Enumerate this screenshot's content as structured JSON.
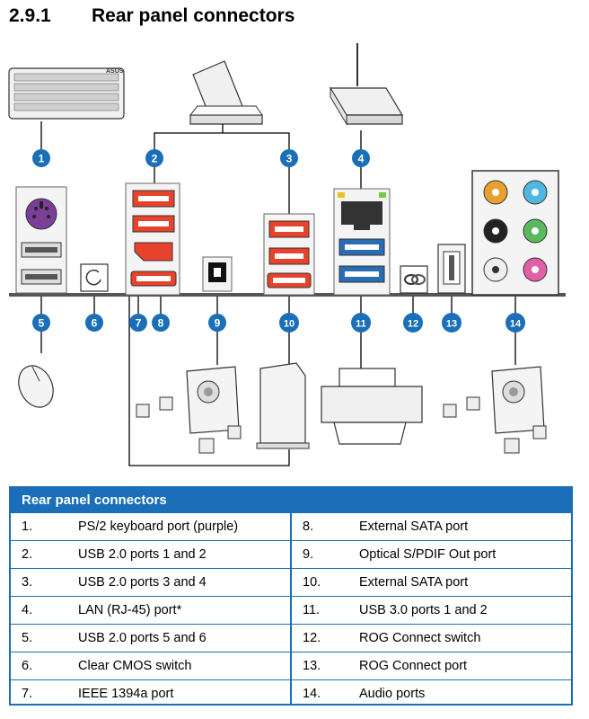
{
  "section": {
    "number": "2.9.1",
    "title": "Rear panel connectors"
  },
  "diagram": {
    "callouts": [
      "1",
      "2",
      "3",
      "4",
      "5",
      "6",
      "7",
      "8",
      "9",
      "10",
      "11",
      "12",
      "13",
      "14"
    ],
    "brand_logo_text": "ASUS",
    "colors": {
      "callout": "#1a6fb8",
      "usb2": "#e8412c",
      "usb3": "#2a6db5",
      "ps2": "#7b3f98",
      "audio_orange": "#e8a030",
      "audio_blue": "#4fb8e0",
      "audio_green": "#5cb85c",
      "audio_black": "#222222",
      "audio_white": "#eeeeee",
      "audio_pink": "#e060a8",
      "panel_line": "#555555"
    }
  },
  "table": {
    "title": "Rear panel connectors",
    "left": [
      {
        "num": "1.",
        "desc": "PS/2 keyboard port (purple)"
      },
      {
        "num": "2.",
        "desc": "USB 2.0 ports 1 and 2"
      },
      {
        "num": "3.",
        "desc": "USB 2.0 ports 3 and 4"
      },
      {
        "num": "4.",
        "desc": "LAN (RJ-45) port*"
      },
      {
        "num": "5.",
        "desc": "USB 2.0 ports 5 and 6"
      },
      {
        "num": "6.",
        "desc": "Clear CMOS switch"
      },
      {
        "num": "7.",
        "desc": "IEEE 1394a port"
      }
    ],
    "right": [
      {
        "num": "8.",
        "desc": "External SATA port"
      },
      {
        "num": "9.",
        "desc": "Optical S/PDIF Out port"
      },
      {
        "num": "10.",
        "desc": "External SATA port"
      },
      {
        "num": "11.",
        "desc": "USB 3.0 ports 1 and 2"
      },
      {
        "num": "12.",
        "desc": "ROG Connect switch"
      },
      {
        "num": "13.",
        "desc": "ROG Connect port"
      },
      {
        "num": "14.",
        "desc": "Audio ports"
      }
    ],
    "colors": {
      "header_bg": "#1a6fb8",
      "header_text": "#ffffff",
      "border": "#1a6fb8"
    }
  }
}
